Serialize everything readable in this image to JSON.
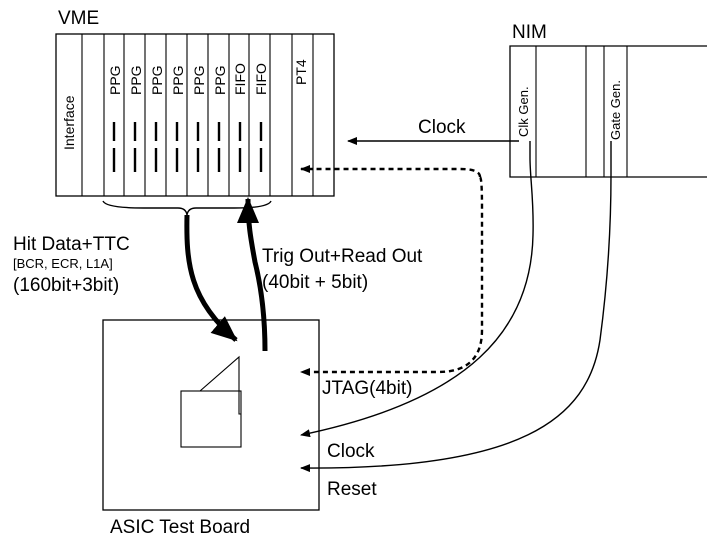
{
  "vme": {
    "title": "VME",
    "slots": {
      "interface": "Interface",
      "ppg": "PPG",
      "fifo": "FIFO",
      "pt4": "PT4"
    }
  },
  "nim": {
    "title": "NIM",
    "clk_gen": "Clk Gen.",
    "gate_gen": "Gate Gen."
  },
  "signals": {
    "clock_top": "Clock",
    "hit_data": "Hit Data+TTC",
    "hit_data_detail": "[BCR, ECR, L1A]",
    "hit_data_bits": "(160bit+3bit)",
    "trig_out": "Trig Out+Read Out",
    "trig_out_bits": "(40bit + 5bit)",
    "jtag": "JTAG(4bit)",
    "clock_bottom": "Clock",
    "reset": "Reset"
  },
  "board": {
    "title": "ASIC Test Board"
  }
}
